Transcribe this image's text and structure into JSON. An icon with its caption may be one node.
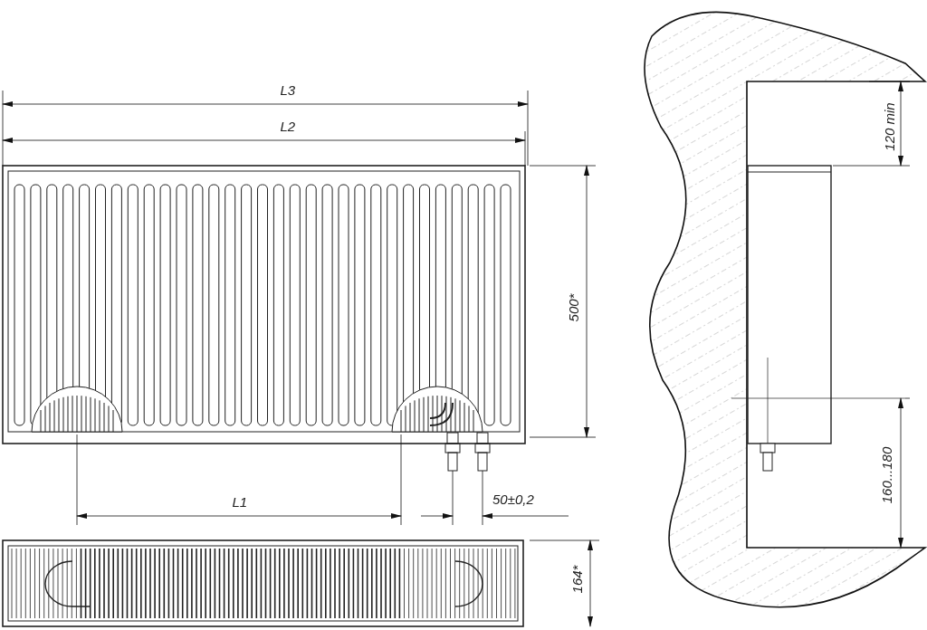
{
  "diagram": {
    "labels": [
      "L3",
      "L2",
      "500*",
      "L1",
      "50±0,2",
      "164*",
      "120 min",
      "160...180"
    ]
  }
}
